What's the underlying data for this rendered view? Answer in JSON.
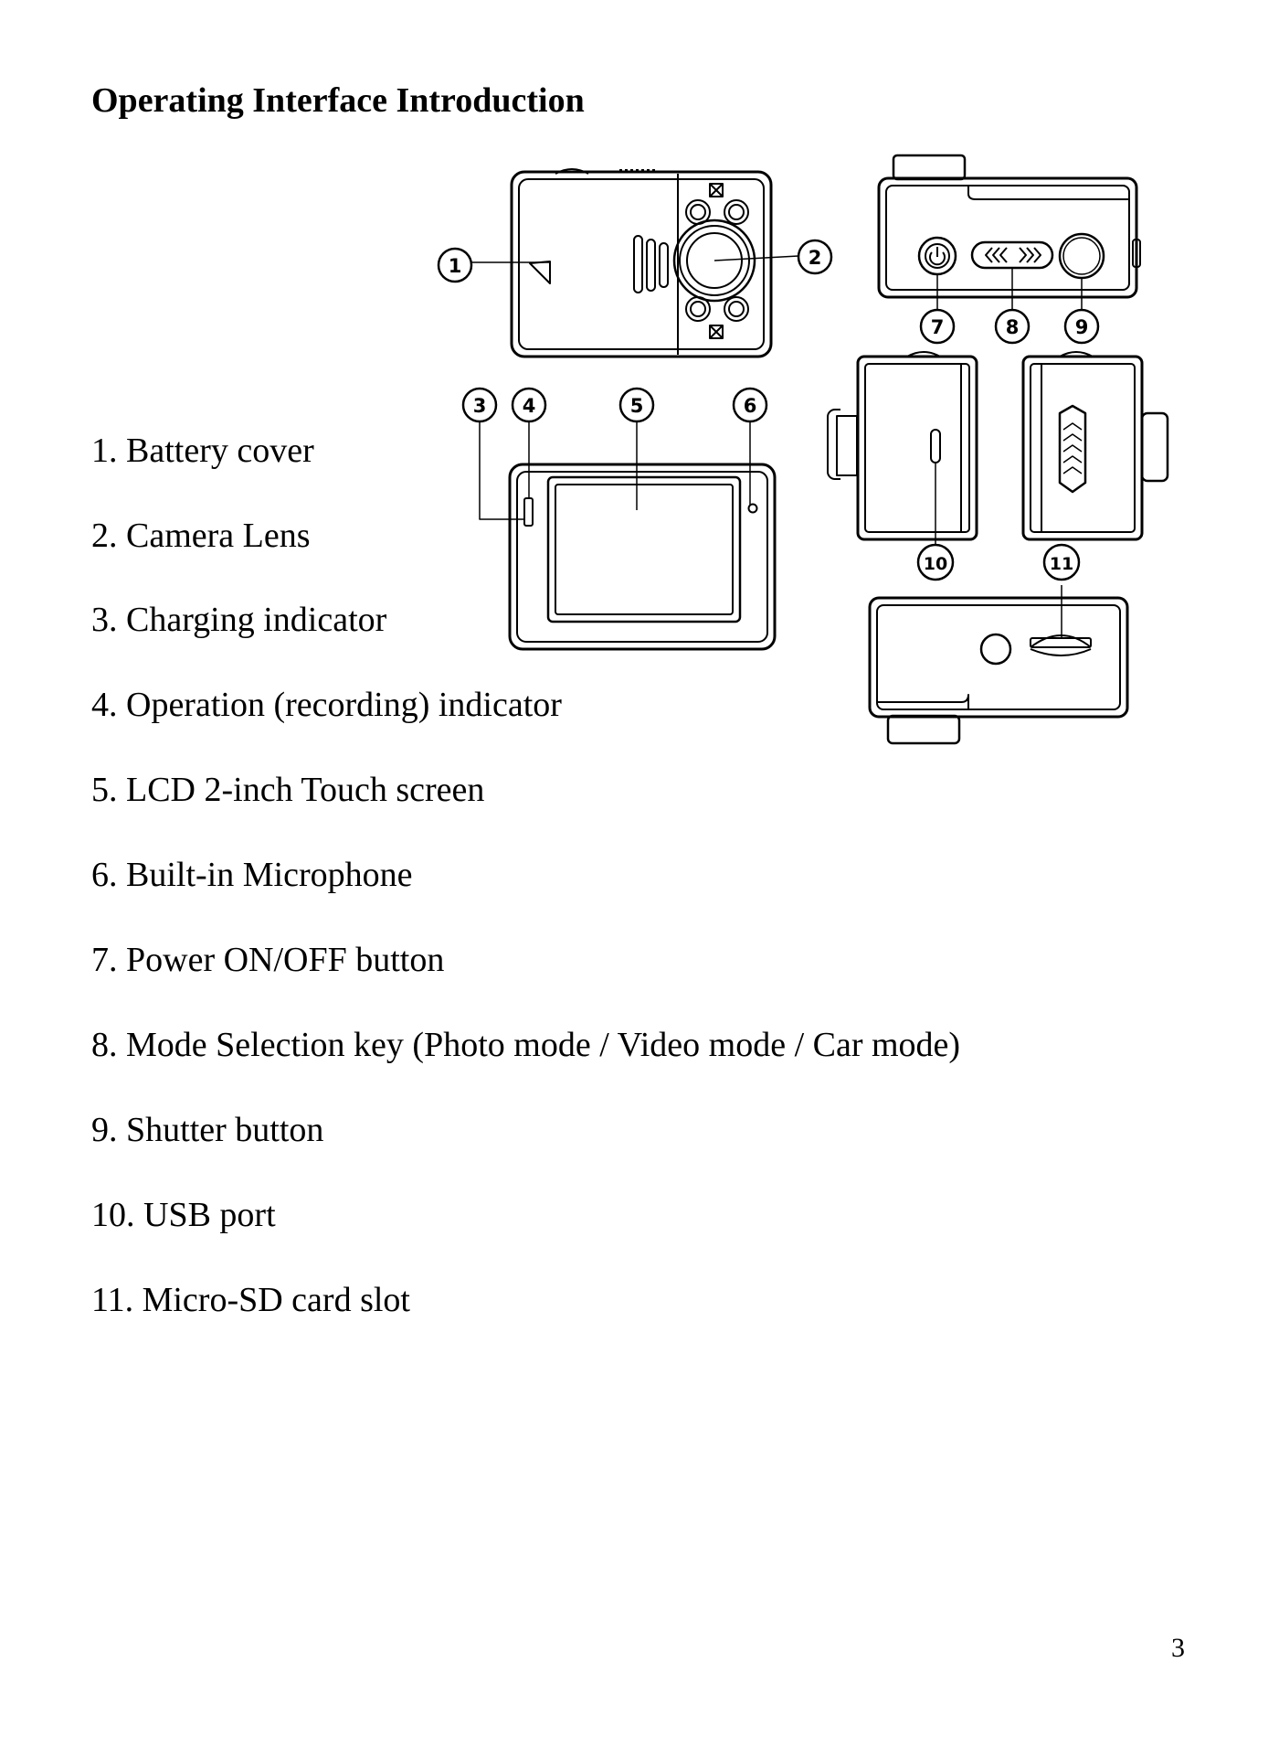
{
  "page": {
    "title": "Operating Interface Introduction",
    "page_number": "3"
  },
  "components": [
    {
      "label": "1. Battery cover"
    },
    {
      "label": "2. Camera Lens"
    },
    {
      "label": "3. Charging indicator"
    },
    {
      "label": "4. Operation (recording) indicator"
    },
    {
      "label": "5. LCD 2-inch Touch screen"
    },
    {
      "label": "6. Built-in Microphone"
    },
    {
      "label": "7. Power ON/OFF button"
    },
    {
      "label": "8. Mode Selection key (Photo mode / Video mode / Car mode)"
    },
    {
      "label": "9. Shutter button"
    },
    {
      "label": "10. USB port"
    },
    {
      "label": "11. Micro-SD card slot"
    }
  ],
  "figure": {
    "callouts": [
      "1",
      "2",
      "3",
      "4",
      "5",
      "6",
      "7",
      "8",
      "9",
      "10",
      "11"
    ]
  }
}
